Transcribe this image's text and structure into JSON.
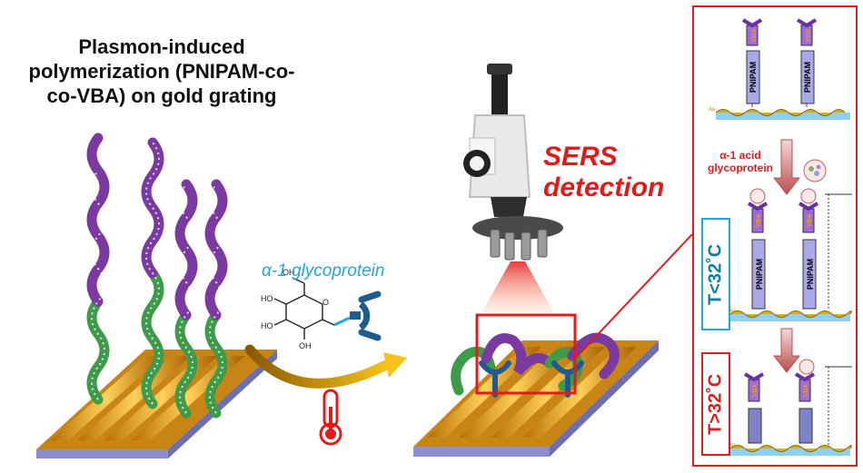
{
  "title_lines": [
    "Plasmon-induced",
    "polymerization (PNIPAM-co-",
    "co-VBA) on gold grating"
  ],
  "glycoprotein_label": "α-1 glycoprotein",
  "sers_lines": [
    "SERS",
    "detection"
  ],
  "inset": {
    "acid_lines": [
      "α-1 acid",
      "glycoprotein"
    ],
    "pnipam": "PNIPAM",
    "vba": "VBA",
    "au": "Au",
    "cold_label": "T<32˚C",
    "hot_label": "T>32˚C"
  },
  "colors": {
    "accent_red": "#e01b1b",
    "cyan": "#1fa7e0",
    "purple": "#7b3aa0",
    "green": "#3f9a4a",
    "gold": "#e0a020",
    "substrate": "#8b8fd0"
  }
}
